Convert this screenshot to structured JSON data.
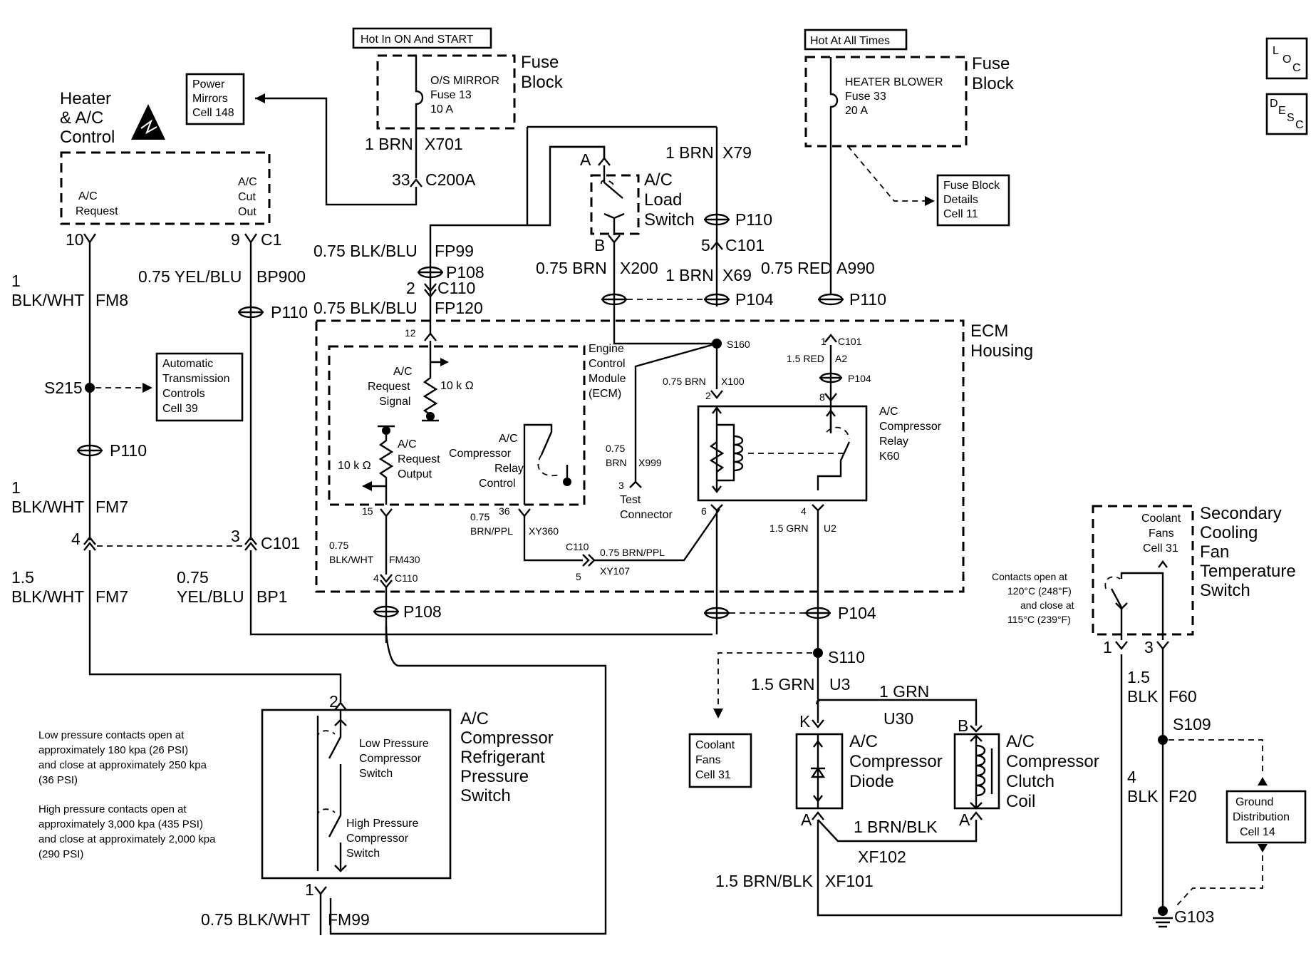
{
  "labels": {
    "hot_on_start": "Hot In ON And START",
    "hot_all_times": "Hot At All Times",
    "fuse_block_1": [
      "Fuse",
      "Block"
    ],
    "fuse_block_2": [
      "Fuse",
      "Block"
    ],
    "os_mirror_fuse": [
      "O/S MIRROR",
      "Fuse 13",
      "10 A"
    ],
    "heater_blower_fuse": [
      "HEATER BLOWER",
      "Fuse 33",
      "20 A"
    ],
    "heater_ac_control": [
      "Heater",
      "& A/C",
      "Control"
    ],
    "power_mirrors": [
      "Power",
      "Mirrors",
      "Cell 148"
    ],
    "fuse_block_details": [
      "Fuse Block",
      "Details",
      "Cell 11"
    ],
    "ac_request": [
      "A/C",
      "Request"
    ],
    "ac_cut_out": [
      "A/C",
      "Cut",
      "Out"
    ],
    "ac_load_switch": [
      "A/C",
      "Load",
      "Switch"
    ],
    "auto_trans": [
      "Automatic",
      "Transmission",
      "Controls",
      "Cell 39"
    ],
    "ecm_housing": [
      "ECM",
      "Housing"
    ],
    "ecm_module": [
      "Engine",
      "Control",
      "Module",
      "(ECM)"
    ],
    "ac_request_signal": [
      "A/C",
      "Request",
      "Signal"
    ],
    "ac_request_output": [
      "A/C",
      "Request",
      "Output"
    ],
    "ac_comp_relay_control": [
      "A/C",
      "Compressor",
      "Relay",
      "Control"
    ],
    "ten_k_1": "10 k Ω",
    "ten_k_2": "10 k Ω",
    "test_connector": [
      "Test",
      "Connector"
    ],
    "ac_comp_relay": [
      "A/C",
      "Compressor",
      "Relay",
      "K60"
    ],
    "coolant_fans_1": [
      "Coolant",
      "Fans",
      "Cell 31"
    ],
    "coolant_fans_2": [
      "Coolant",
      "Fans",
      "Cell 31"
    ],
    "secondary_switch": [
      "Secondary",
      "Cooling",
      "Fan",
      "Temperature",
      "Switch"
    ],
    "contacts_note": [
      "Contacts open at",
      "120°C (248°F)",
      "and close at",
      "115°C (239°F)"
    ],
    "ac_pressure_switch": [
      "A/C",
      "Compressor",
      "Refrigerant",
      "Pressure",
      "Switch"
    ],
    "low_pressure_switch": [
      "Low Pressure",
      "Compressor",
      "Switch"
    ],
    "high_pressure_switch": [
      "High Pressure",
      "Compressor",
      "Switch"
    ],
    "low_note": [
      "Low pressure contacts open at",
      "approximately 180 kpa (26 PSI)",
      "and close at approximately 250 kpa",
      "(36 PSI)"
    ],
    "high_note": [
      "High pressure contacts open at",
      "approximately 3,000 kpa (435 PSI)",
      "and close at approximately 2,000 kpa",
      "(290 PSI)"
    ],
    "ac_comp_diode": [
      "A/C",
      "Compressor",
      "Diode"
    ],
    "ac_clutch_coil": [
      "A/C",
      "Compressor",
      "Clutch",
      "Coil"
    ],
    "ground_dist": [
      "Ground",
      "Distribution",
      "Cell 14"
    ],
    "loc_icon": [
      "L",
      "O",
      "C"
    ],
    "desc_icon": [
      "D",
      "E",
      "S",
      "C"
    ]
  },
  "wires": {
    "brn_x701": "1 BRN",
    "x701": "X701",
    "brn_x79": "1 BRN",
    "x79": "X79",
    "blk_blu_fp99": "0.75 BLK/BLU",
    "fp99": "FP99",
    "yel_blu_bp900": "0.75 YEL/BLU",
    "bp900": "BP900",
    "blk_wht_fm8_a": "1",
    "blk_wht_fm8_b": "BLK/WHT",
    "fm8": "FM8",
    "brn_x200": "0.75 BRN",
    "x200": "X200",
    "brn_x69": "1 BRN",
    "x69": "X69",
    "red_a990": "0.75 RED",
    "a990": "A990",
    "blk_blu_fp120": "0.75 BLK/BLU",
    "fp120": "FP120",
    "red_a2": "1.5 RED",
    "a2": "A2",
    "brn_x100": "0.75 BRN",
    "x100": "X100",
    "brn_x999_a": "0.75",
    "brn_x999_b": "BRN",
    "x999": "X999",
    "blk_wht_fm7_a": "1",
    "blk_wht_fm7_b": "BLK/WHT",
    "fm7": "FM7",
    "blk_wht_fm7b_a": "1.5",
    "blk_wht_fm7b_b": "BLK/WHT",
    "fm7b": "FM7",
    "yel_blu_bp1_a": "0.75",
    "yel_blu_bp1_b": "YEL/BLU",
    "bp1": "BP1",
    "brn_ppl_xy360_a": "0.75",
    "brn_ppl_xy360_b": "BRN/PPL",
    "xy360": "XY360",
    "brn_ppl_xy107": "0.75 BRN/PPL",
    "xy107": "XY107",
    "blk_wht_fm430_a": "0.75",
    "blk_wht_fm430_b": "BLK/WHT",
    "fm430": "FM430",
    "grn_u2": "1.5 GRN",
    "u2": "U2",
    "grn_u3": "1.5 GRN",
    "u3": "U3",
    "grn_u30": "1 GRN",
    "u30": "U30",
    "brn_blk_xf102": "1 BRN/BLK",
    "xf102": "XF102",
    "brn_blk_xf101": "1.5 BRN/BLK",
    "xf101": "XF101",
    "blk_f60_a": "1.5",
    "blk_f60_b": "BLK",
    "f60": "F60",
    "blk_f20_a": "4",
    "blk_f20_b": "BLK",
    "f20": "F20",
    "blk_wht_fm99": "0.75 BLK/WHT",
    "fm99": "FM99"
  },
  "connectors": {
    "c200a": "C200A",
    "c200a_pin": "33",
    "c1": "C1",
    "pin_10": "10",
    "pin_9": "9",
    "pin_a": "A",
    "pin_b": "B",
    "p110_1": "P110",
    "p110_2": "P110",
    "p110_3": "P110",
    "p110_4": "P110",
    "c101_1": "C101",
    "c101_1_pin": "5",
    "p108_1": "P108",
    "p108_2": "P108",
    "c110_1": "C110",
    "c110_1_pin": "2",
    "p104_1": "P104",
    "p104_2": "P104",
    "p104_3": "P104",
    "s160": "S160",
    "c101_2": "C101",
    "c101_2_pin": "1",
    "pin_12": "12",
    "pin_2": "2",
    "pin_8": "8",
    "s215": "S215",
    "pin_3_test": "3",
    "pin_6": "6",
    "pin_4_relay": "4",
    "pin_15": "15",
    "pin_36": "36",
    "c110_2": "C110",
    "pin_5": "5",
    "c110_3": "C110",
    "c110_3_pin": "4",
    "pin_4_left": "4",
    "pin_3_c101": "3",
    "c101_3": "C101",
    "s110": "S110",
    "pin_k": "K",
    "pin_b2": "B",
    "pin_a2": "A",
    "pin_a3": "A",
    "pin_1_sec": "1",
    "pin_3_sec": "3",
    "s109": "S109",
    "g103": "G103",
    "pin_2_sw": "2",
    "pin_1_sw": "1"
  }
}
